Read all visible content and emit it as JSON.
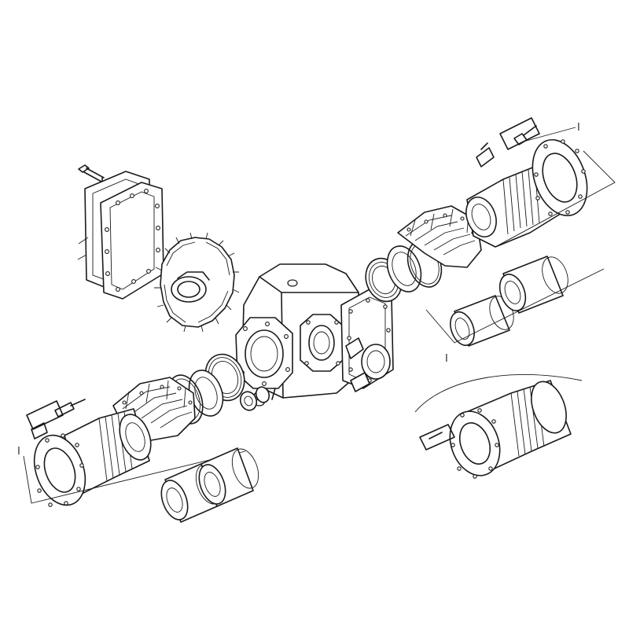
{
  "diagram": {
    "callout_labels": [
      {
        "id": "top-right",
        "text": "I"
      },
      {
        "id": "mid-right",
        "text": "I"
      },
      {
        "id": "left",
        "text": "I"
      }
    ],
    "line_color": "#1a1a1a",
    "background": "#ffffff"
  }
}
